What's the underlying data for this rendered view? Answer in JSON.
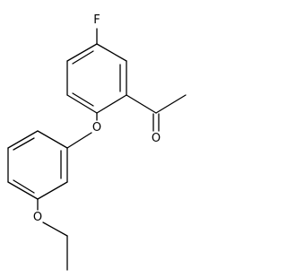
{
  "atoms": {
    "fluorine": "F",
    "ether_oxygen": "O",
    "carbonyl_oxygen": "O",
    "ethoxy_oxygen": "O"
  }
}
